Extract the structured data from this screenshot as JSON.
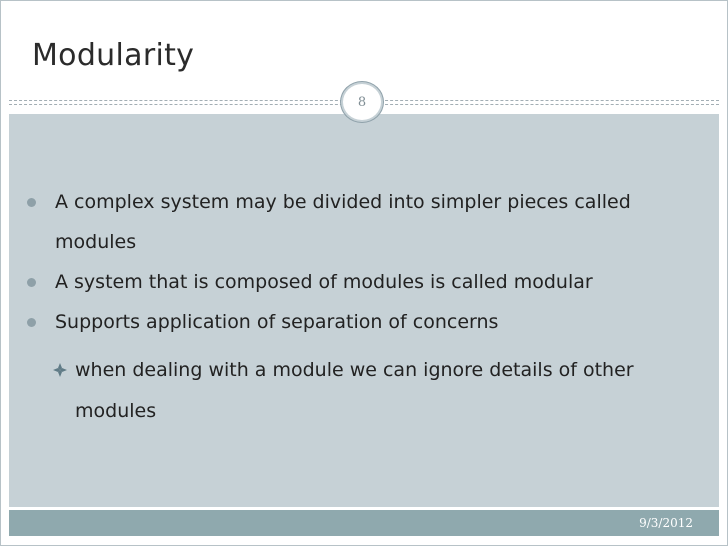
{
  "slide": {
    "title": "Modularity",
    "number": "8",
    "date": "9/3/2012"
  },
  "bullets": [
    {
      "text": "A complex system may be divided into simpler pieces called modules"
    },
    {
      "text": "A system that is composed of modules is called modular"
    },
    {
      "text": "Supports application of separation of concerns"
    }
  ],
  "sub_bullets": [
    {
      "text": "when dealing with a module we can ignore details of other modules",
      "icon": "diamond-cross-icon"
    }
  ],
  "colors": {
    "content_background": "#c6d1d6",
    "footer_background": "#8fa9ae",
    "bullet_marker": "#8ea0a8"
  }
}
